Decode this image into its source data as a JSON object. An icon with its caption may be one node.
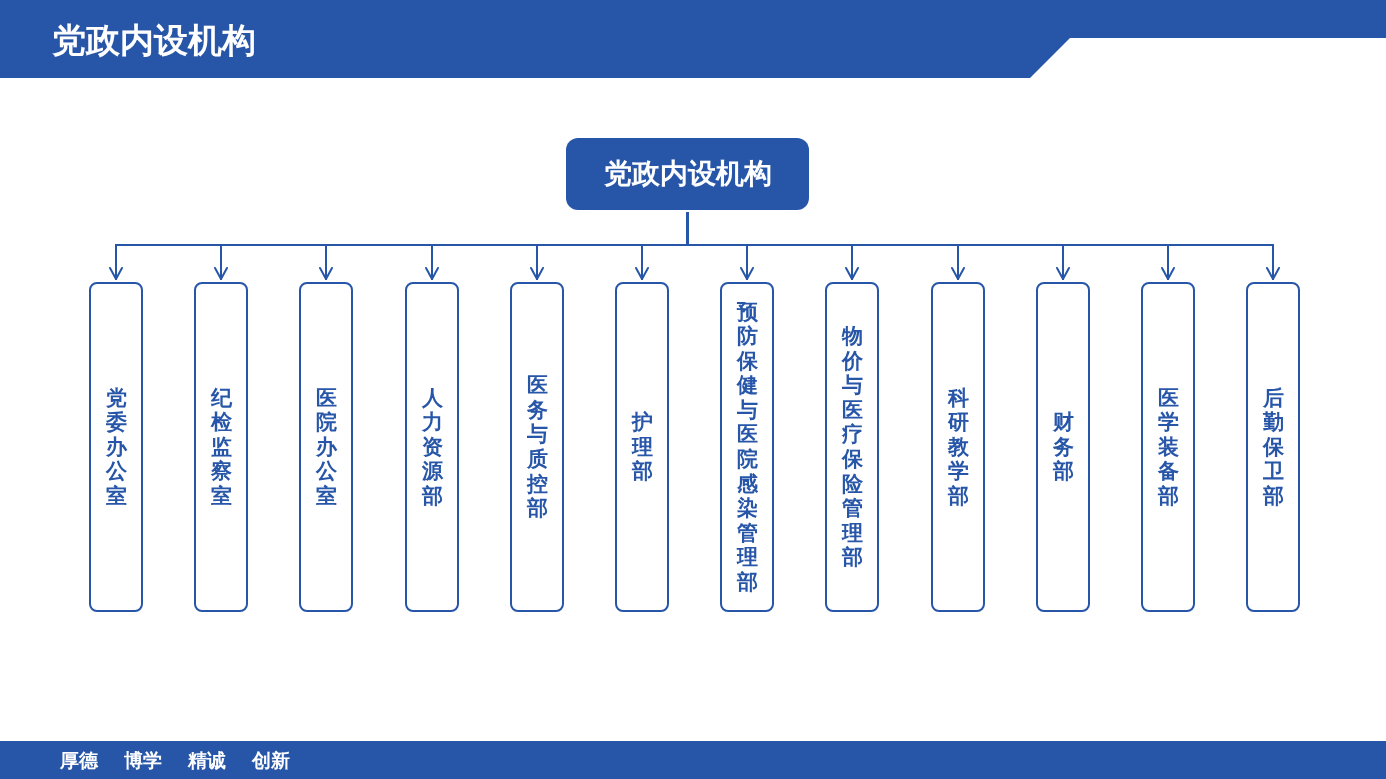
{
  "diagram": {
    "title": "党政内设机构",
    "nodes": [
      {
        "text": [
          "党政内设机构"
        ]
      },
      {
        "text": [
          "党委办公室"
        ]
      },
      {
        "text": [
          "纪检监察室"
        ]
      },
      {
        "text": [
          "医院办公室"
        ]
      },
      {
        "text": [
          "人力资源部"
        ]
      },
      {
        "text": [
          "医务与质控部"
        ]
      },
      {
        "text": [
          "护理部"
        ]
      },
      {
        "text": [
          "预防保健与医院感染管理部"
        ]
      },
      {
        "text": [
          "物价与医疗保险管理部"
        ]
      },
      {
        "text": [
          "科研教学部"
        ]
      },
      {
        "text": [
          "财务部"
        ]
      },
      {
        "text": [
          "医学装备部"
        ]
      },
      {
        "text": [
          "后勤保卫部"
        ]
      }
    ],
    "edges": [
      {
        "from": 0,
        "to": 1,
        "arrow": "to"
      },
      {
        "from": 0,
        "to": 2,
        "arrow": "to"
      },
      {
        "from": 0,
        "to": 3,
        "arrow": "to"
      },
      {
        "from": 0,
        "to": 4,
        "arrow": "to"
      },
      {
        "from": 0,
        "to": 5,
        "arrow": "to"
      },
      {
        "from": 0,
        "to": 6,
        "arrow": "to"
      },
      {
        "from": 0,
        "to": 7,
        "arrow": "to"
      },
      {
        "from": 0,
        "to": 8,
        "arrow": "to"
      },
      {
        "from": 0,
        "to": 9,
        "arrow": "to"
      },
      {
        "from": 0,
        "to": 10,
        "arrow": "to"
      },
      {
        "from": 0,
        "to": 11,
        "arrow": "to"
      },
      {
        "from": 0,
        "to": 12,
        "arrow": "to"
      }
    ],
    "labels": [
      "厚德",
      "博学",
      "精诚",
      "创新"
    ]
  }
}
